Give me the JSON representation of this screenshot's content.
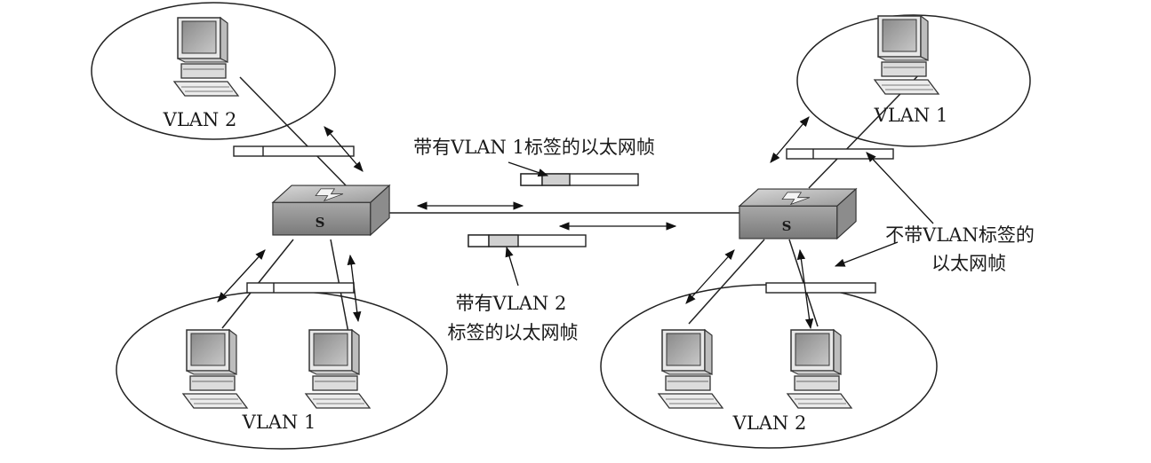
{
  "vlan_labels": {
    "top_left": "VLAN 2",
    "top_right": "VLAN 1",
    "bottom_left": "VLAN 1",
    "bottom_right": "VLAN 2"
  },
  "switch_labels": {
    "left": "S",
    "right": "S"
  },
  "annotations": {
    "tagged_vlan1": "带有VLAN 1标签的以太网帧",
    "tagged_vlan2_line1": "带有VLAN 2",
    "tagged_vlan2_line2": "标签的以太网帧",
    "untagged_line1": "不带VLAN标签的",
    "untagged_line2": "以太网帧"
  }
}
